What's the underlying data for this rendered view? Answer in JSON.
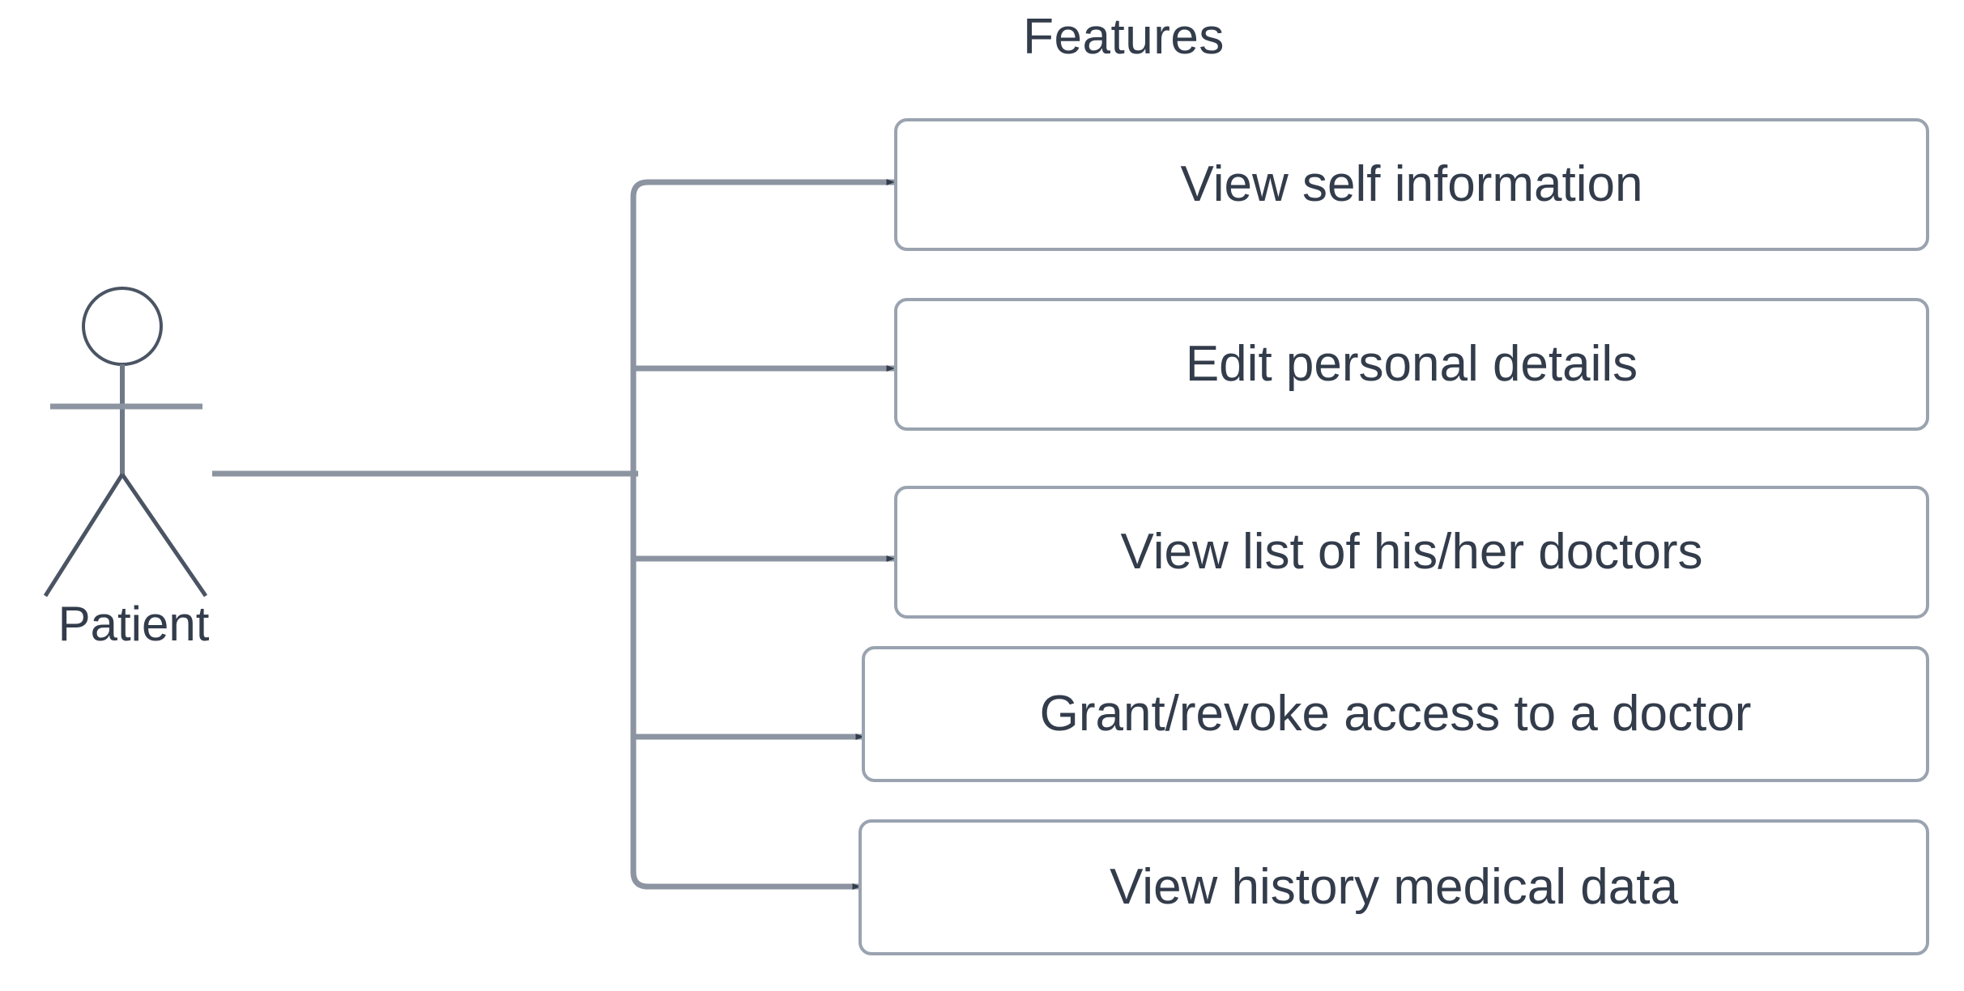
{
  "diagram": {
    "title": "Features",
    "type": "use-case-feature-diagram",
    "background_color": "#ffffff",
    "line_color": "#9aa3b0",
    "arrow_color": "#333c4b",
    "text_color": "#333c4b",
    "box_border_color": "#9aa3b0"
  },
  "actor": {
    "name": "Patient",
    "shape": "stick-figure"
  },
  "features": [
    {
      "id": "view-self-information",
      "label": "View self information"
    },
    {
      "id": "edit-personal-details",
      "label": "Edit personal details"
    },
    {
      "id": "view-list-of-doctors",
      "label": "View list of his/her doctors"
    },
    {
      "id": "grant-revoke-access",
      "label": "Grant/revoke access to a doctor"
    },
    {
      "id": "view-history-medical-data",
      "label": "View history medical data"
    }
  ],
  "connectors": {
    "actor_to_bus": "horizontal-line",
    "bus": "vertical-trunk",
    "branches": 5,
    "arrowhead": "filled-triangle"
  }
}
